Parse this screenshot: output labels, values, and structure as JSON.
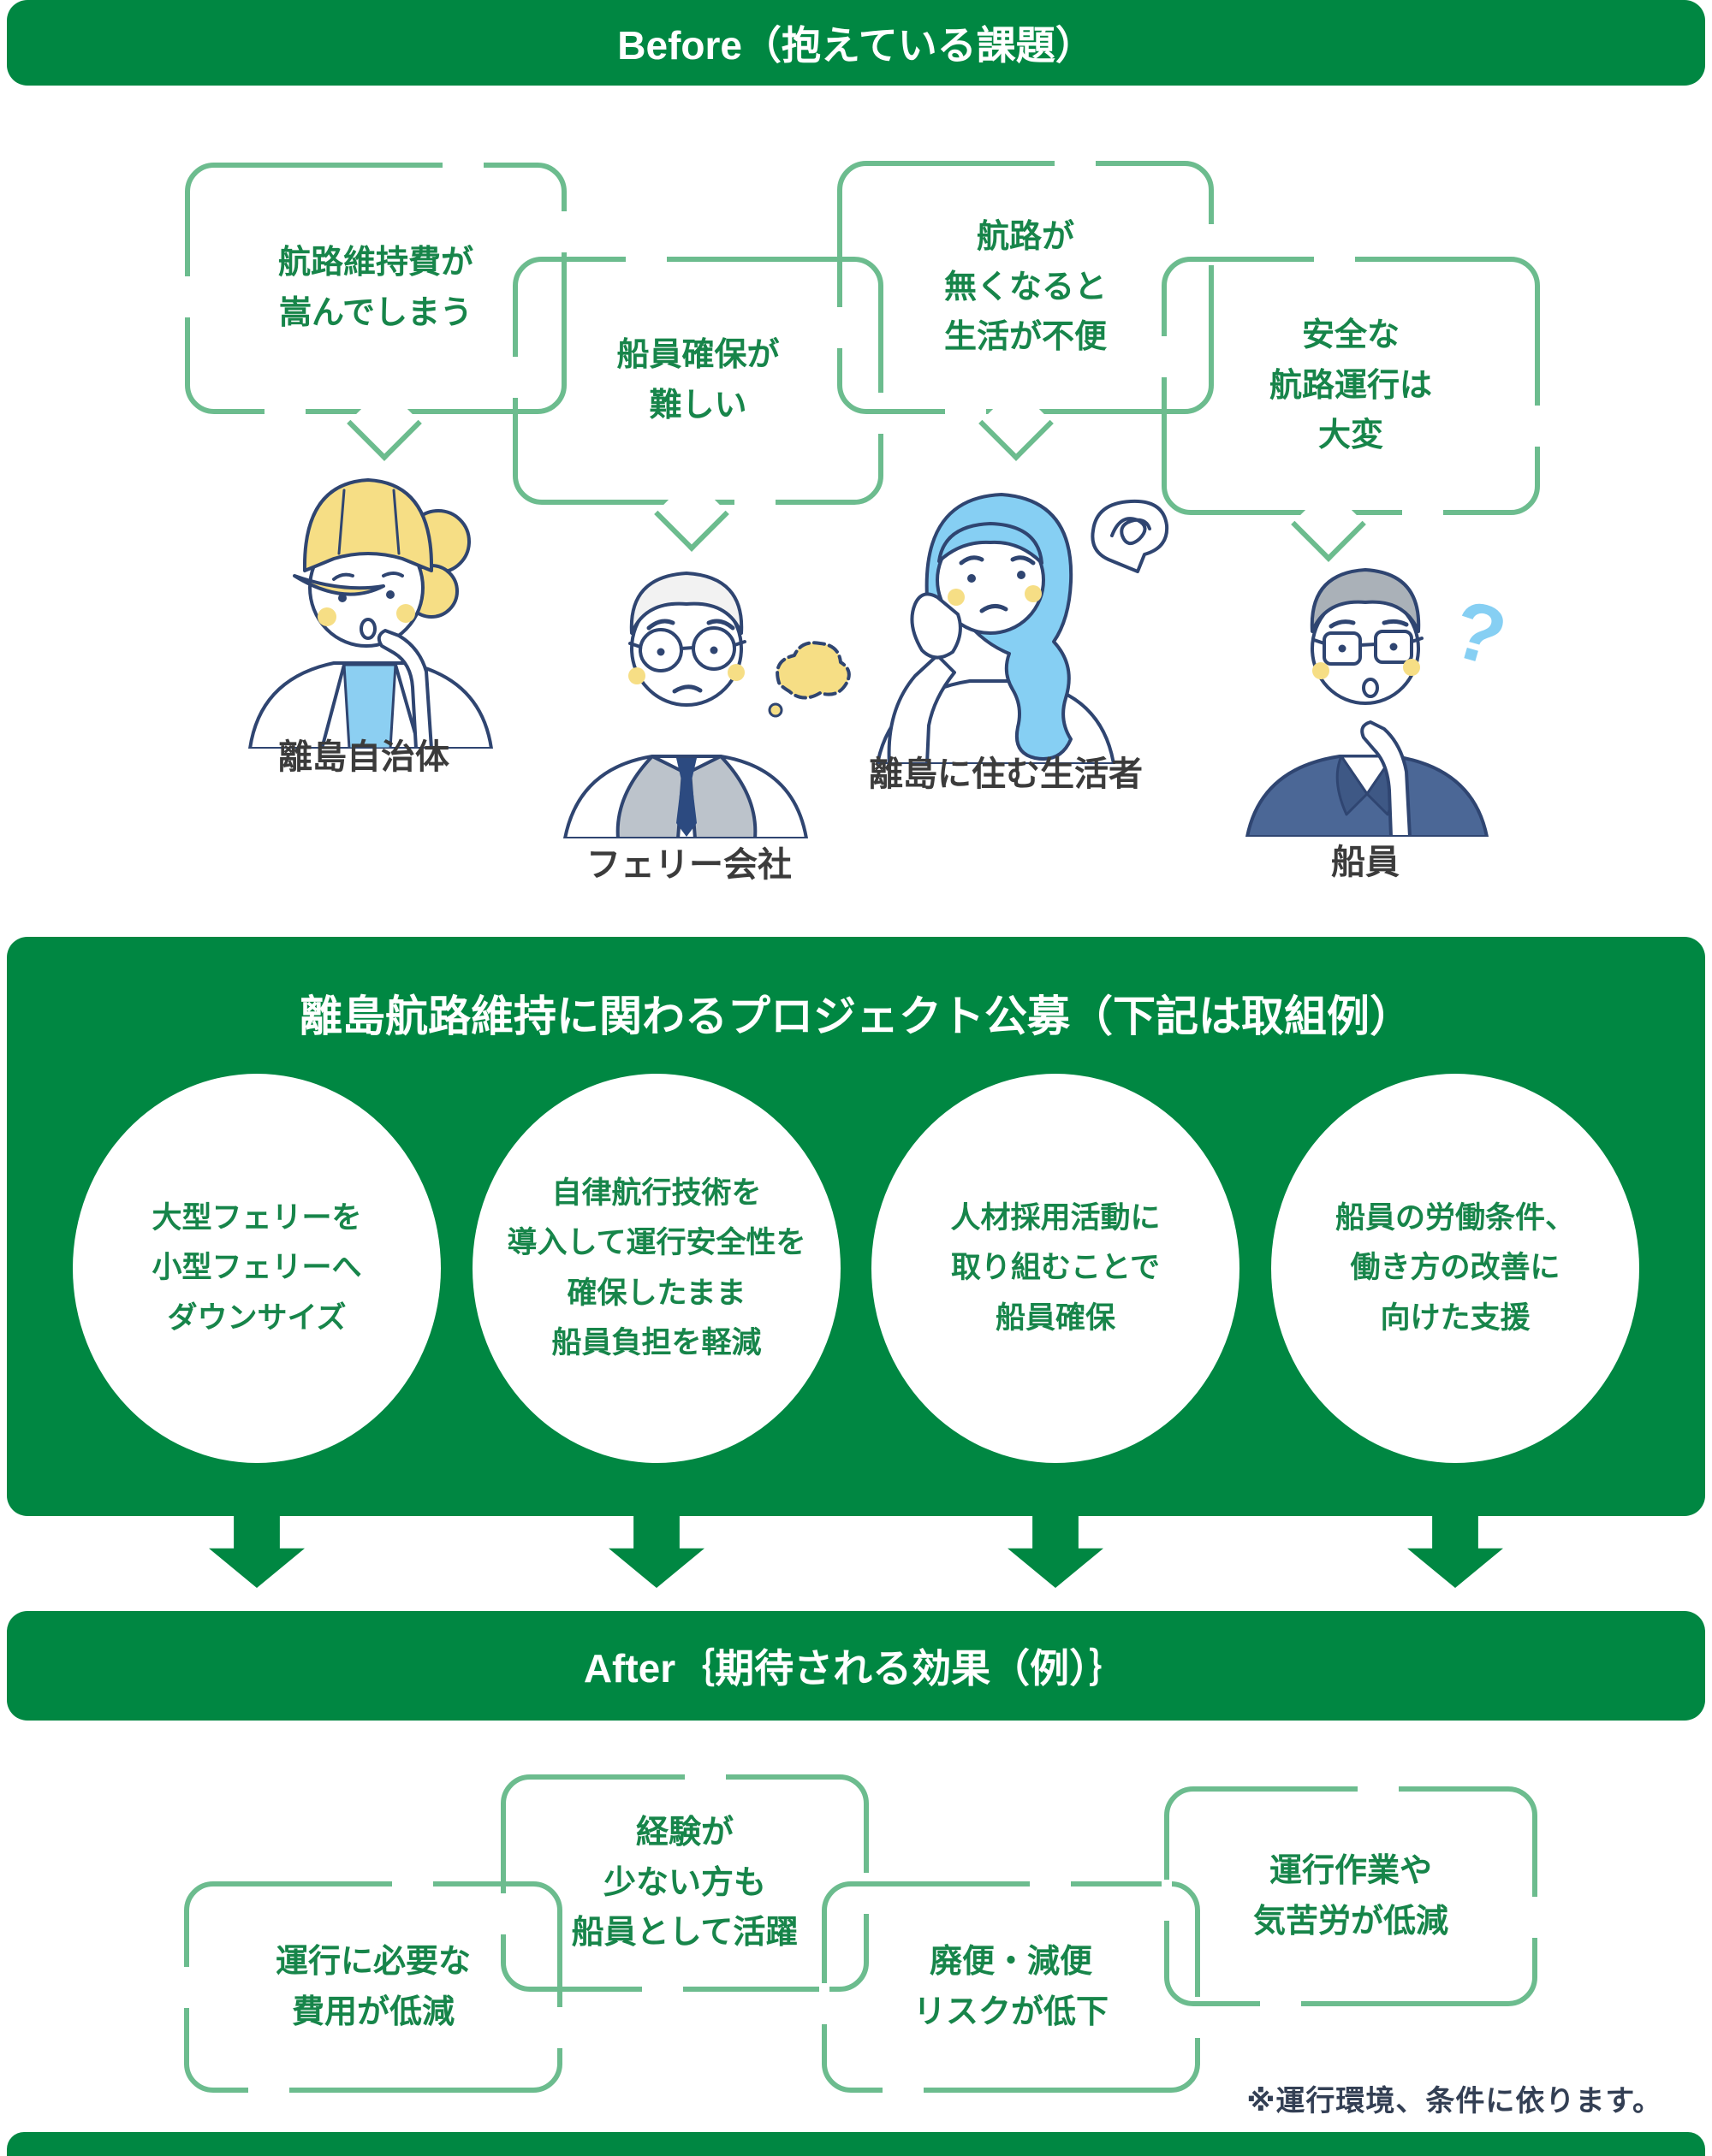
{
  "colors": {
    "band_green": "#008742",
    "bubble_border_green": "#6cbc8e",
    "text_green": "#17854a",
    "character_outline_navy": "#2f4571",
    "accent_yellow": "#f6de85",
    "accent_light_blue": "#86cff3",
    "label_color": "#3b3b3b",
    "note_color": "#333f54"
  },
  "before": {
    "header": "Before（抱えている課題）",
    "bubbles": [
      "航路維持費が\n嵩んでしまう",
      "船員確保が\n難しい",
      "航路が\n無くなると\n生活が不便",
      "安全な\n航路運行は\n大変"
    ],
    "characters": [
      "離島自治体",
      "フェリー会社",
      "離島に住む生活者",
      "船員"
    ]
  },
  "project": {
    "header": "離島航路維持に関わるプロジェクト公募（下記は取組例）",
    "examples": [
      "大型フェリーを\n小型フェリーへ\nダウンサイズ",
      "自律航行技術を\n導入して運行安全性を\n確保したまま\n船員負担を軽減",
      "人材採用活動に\n取り組むことで\n船員確保",
      "船員の労働条件、\n働き方の改善に\n向けた支援"
    ]
  },
  "after": {
    "header": "After｛期待される効果（例）｝",
    "bubbles": [
      "運行に必要な\n費用が低減",
      "経験が\n少ない方も\n船員として活躍",
      "廃便・減便\nリスクが低下",
      "運行作業や\n気苦労が低減"
    ],
    "note": "※運行環境、条件に依ります。"
  }
}
